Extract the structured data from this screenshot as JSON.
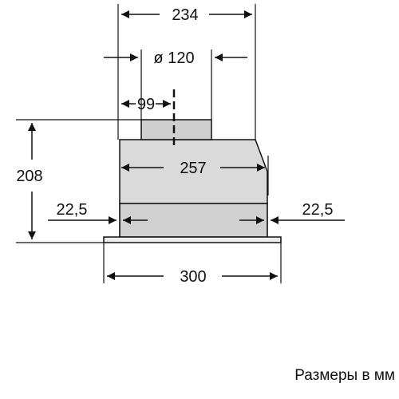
{
  "drawing": {
    "dim_top_width": "234",
    "dim_duct_diameter": "ø 120",
    "dim_duct_offset": "99",
    "dim_height": "208",
    "dim_body_width": "257",
    "dim_left_margin": "22,5",
    "dim_right_margin": "22,5",
    "dim_panel_width": "300",
    "caption": "Размеры в мм",
    "line_color": "#111111",
    "body_fill": "#d9d9d9"
  }
}
